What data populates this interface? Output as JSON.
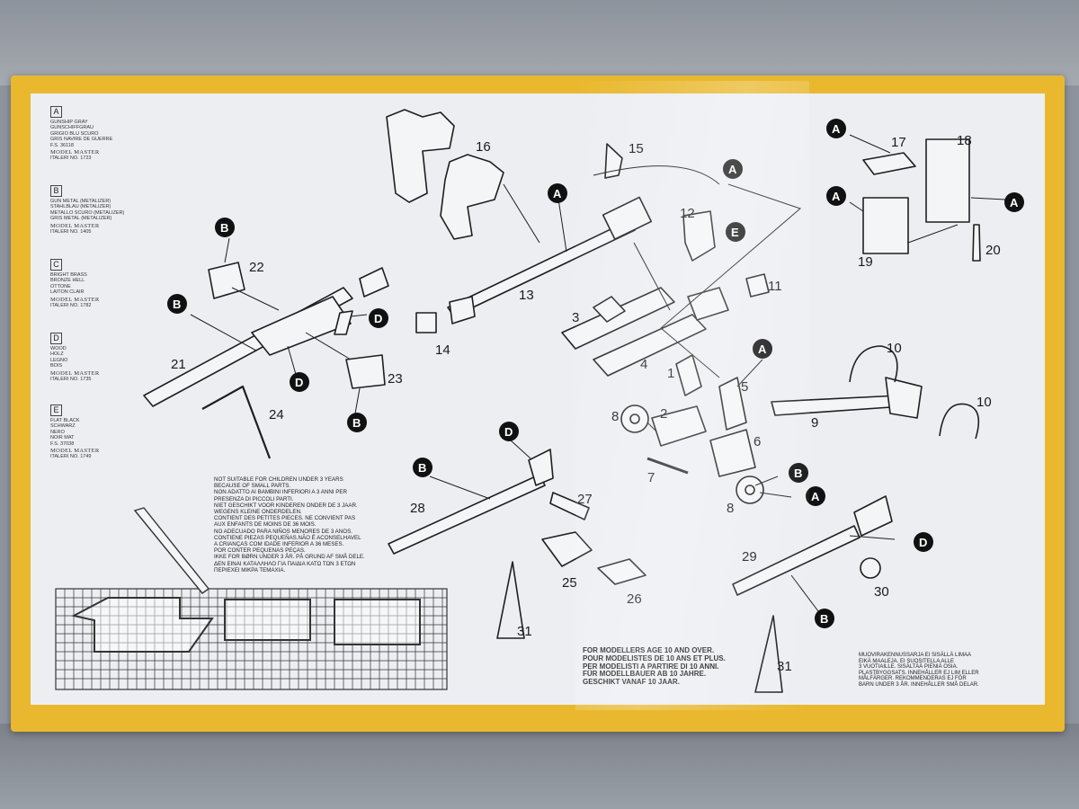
{
  "parts": [
    "1",
    "2",
    "3",
    "4",
    "5",
    "6",
    "7",
    "8",
    "8",
    "9",
    "10",
    "10",
    "11",
    "12",
    "13",
    "14",
    "15",
    "16",
    "17",
    "18",
    "19",
    "20",
    "21",
    "22",
    "23",
    "24",
    "25",
    "26",
    "27",
    "28",
    "29",
    "30",
    "31",
    "31"
  ],
  "callouts": [
    "A",
    "A",
    "A",
    "A",
    "A",
    "A",
    "A",
    "A",
    "B",
    "B",
    "B",
    "B",
    "B",
    "B",
    "D",
    "D",
    "D",
    "D",
    "E"
  ],
  "legend": [
    {
      "letter": "A",
      "lines": [
        "GUNSHIP GRAY",
        "GUNSCHIFFGRAU",
        "GRIGIO BLU SCURO",
        "GRIS NAVIRE DE GUERRE",
        "F.S. 36118"
      ],
      "brand": "MODEL MASTER",
      "code": "ITALERI NO. 1723"
    },
    {
      "letter": "B",
      "lines": [
        "GUN METAL (METALIZER)",
        "STAHLBLAU (METALIZER)",
        "METALLO SCURO (METALIZER)",
        "GRIS METAL (METALIZER)"
      ],
      "brand": "MODEL MASTER",
      "code": "ITALERI NO. 1405"
    },
    {
      "letter": "C",
      "lines": [
        "BRIGHT BRASS",
        "BRONZE HELL",
        "OTTONE",
        "LAITON CLAIR"
      ],
      "brand": "MODEL MASTER",
      "code": "ITALERI NO. 1782"
    },
    {
      "letter": "D",
      "lines": [
        "WOOD",
        "HOLZ",
        "LEGNO",
        "BOIS"
      ],
      "brand": "MODEL MASTER",
      "code": "ITALERI NO. 1735"
    },
    {
      "letter": "E",
      "lines": [
        "FLAT BLACK",
        "SCHWARZ",
        "NERO",
        "NOIR MAT",
        "F.S. 37038"
      ],
      "brand": "MODEL MASTER",
      "code": "ITALERI NO. 1749"
    }
  ],
  "warning": [
    "NOT SUITABLE FOR CHILDREN UNDER 3 YEARS",
    "BECAUSE OF SMALL PARTS.",
    "NON ADATTO AI BAMBINI INFERIORI A 3 ANNI PER",
    "PRESENZA DI PICCOLI PARTI.",
    "NIET GESCHIKT VOOR KINDEREN ONDER DE 3 JAAR.",
    "WEGENS KLEINE ONDERDELEN.",
    "CONTIENT DES PETITES PIECES. NE CONVIENT PAS",
    "AUX ENFANTS DE MOINS DE 36 MOIS.",
    "NO ADECUADO PARA NIÑOS MENORES DE 3 ANOS.",
    "CONTIENE PIEZAS PEQUEÑAS.NÃO É ACONSELHAVEL",
    "A CRIANÇAS COM IDADE INFERIOR A 36 MESES.",
    "POR CONTER PEQUENAS PEÇAS.",
    "IKKE FOR BØRN UNDER 3 ÅR. PÅ GRUND AF SMÅ DELE.",
    "ΔΕΝ ΕΙΝΑΙ ΚΑΤΑΛΛΗΛΟ ΓΙΑ ΠΑΙΔΙΑ ΚΑΤΩ ΤΩΝ 3 ΕΤΩΝ",
    "ΠΕΡΙΕΧΕΙ ΜΙΚΡΑ ΤΕΜΑΧΙΑ."
  ],
  "age": [
    "FOR MODELLERS AGE 10 AND OVER.",
    "POUR MODELISTES DE 10 ANS ET PLUS.",
    "PER MODELISTI A PARTIRE DI 10 ANNI.",
    "FÜR MODELLBAUER AB 10 JAHRE.",
    "GESCHIKT VANAF 10 JAAR."
  ],
  "nordic": [
    "MUOVIRAKENNUSSARJA EI SISÄLLÄ LIMAA",
    "EIKÄ MAALEJA. EI SUOSITELLA ALLE",
    "3 VUOTIAILLE. SISÄLTÄÄ PIENIÄ OSIA.",
    "PLASTBYGGSATS. INNEHÅLLER EJ LIM ELLER",
    "MÅLFÄRGER. REKOMMENDERAS EJ FÖR",
    "BARN UNDER 3 ÅR. INNEHÅLLER SMÅ DELAR."
  ]
}
